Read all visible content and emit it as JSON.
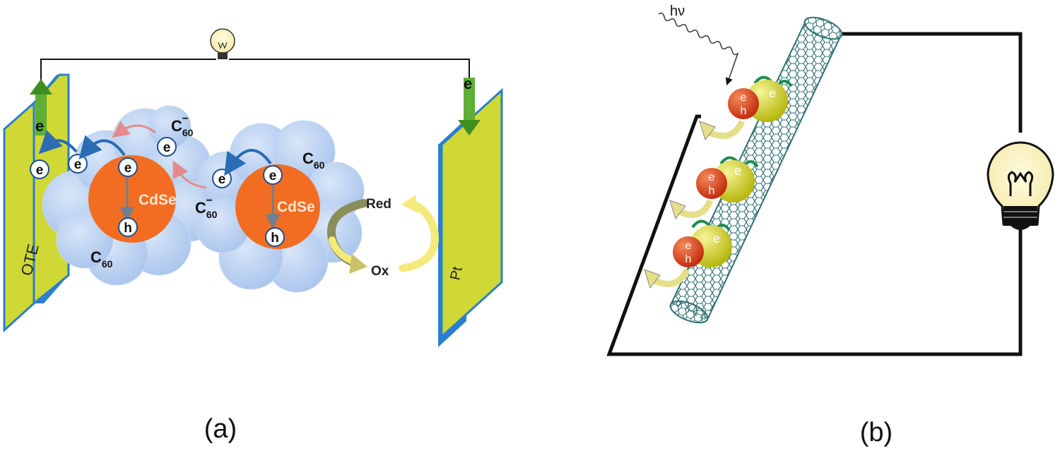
{
  "panel_a": {
    "caption": "(a)",
    "left_electrode_label": "OTE",
    "right_electrode_label": "Pt",
    "wire_electron_left": "e",
    "wire_electron_right": "e",
    "quantum_dot_label": "CdSe",
    "electron_symbol": "e",
    "hole_symbol": "h",
    "fullerene": {
      "base": "C",
      "subscript": "60"
    },
    "fullerene_anion": {
      "base": "C",
      "subscript": "60",
      "superscript": "−"
    },
    "redox_reduced": "Red",
    "redox_oxidized": "Ox"
  },
  "panel_b": {
    "caption": "(b)",
    "photon_label": "hν",
    "electron_symbol": "e",
    "hole_symbol": "h"
  },
  "colors": {
    "electrode": "#cfd834",
    "electrode_edge": "#2a7fd0",
    "cdse": "#f26d21",
    "fullerene_cloud": "#b4cdf0",
    "arrow_blue": "#2a6cb5",
    "arrow_green": "#5fae36",
    "arrow_yellow": "#f3ea7a",
    "nanotube": "#2f6f73",
    "red_particle": "#e0401a",
    "yellow_particle": "#d9dc24"
  }
}
